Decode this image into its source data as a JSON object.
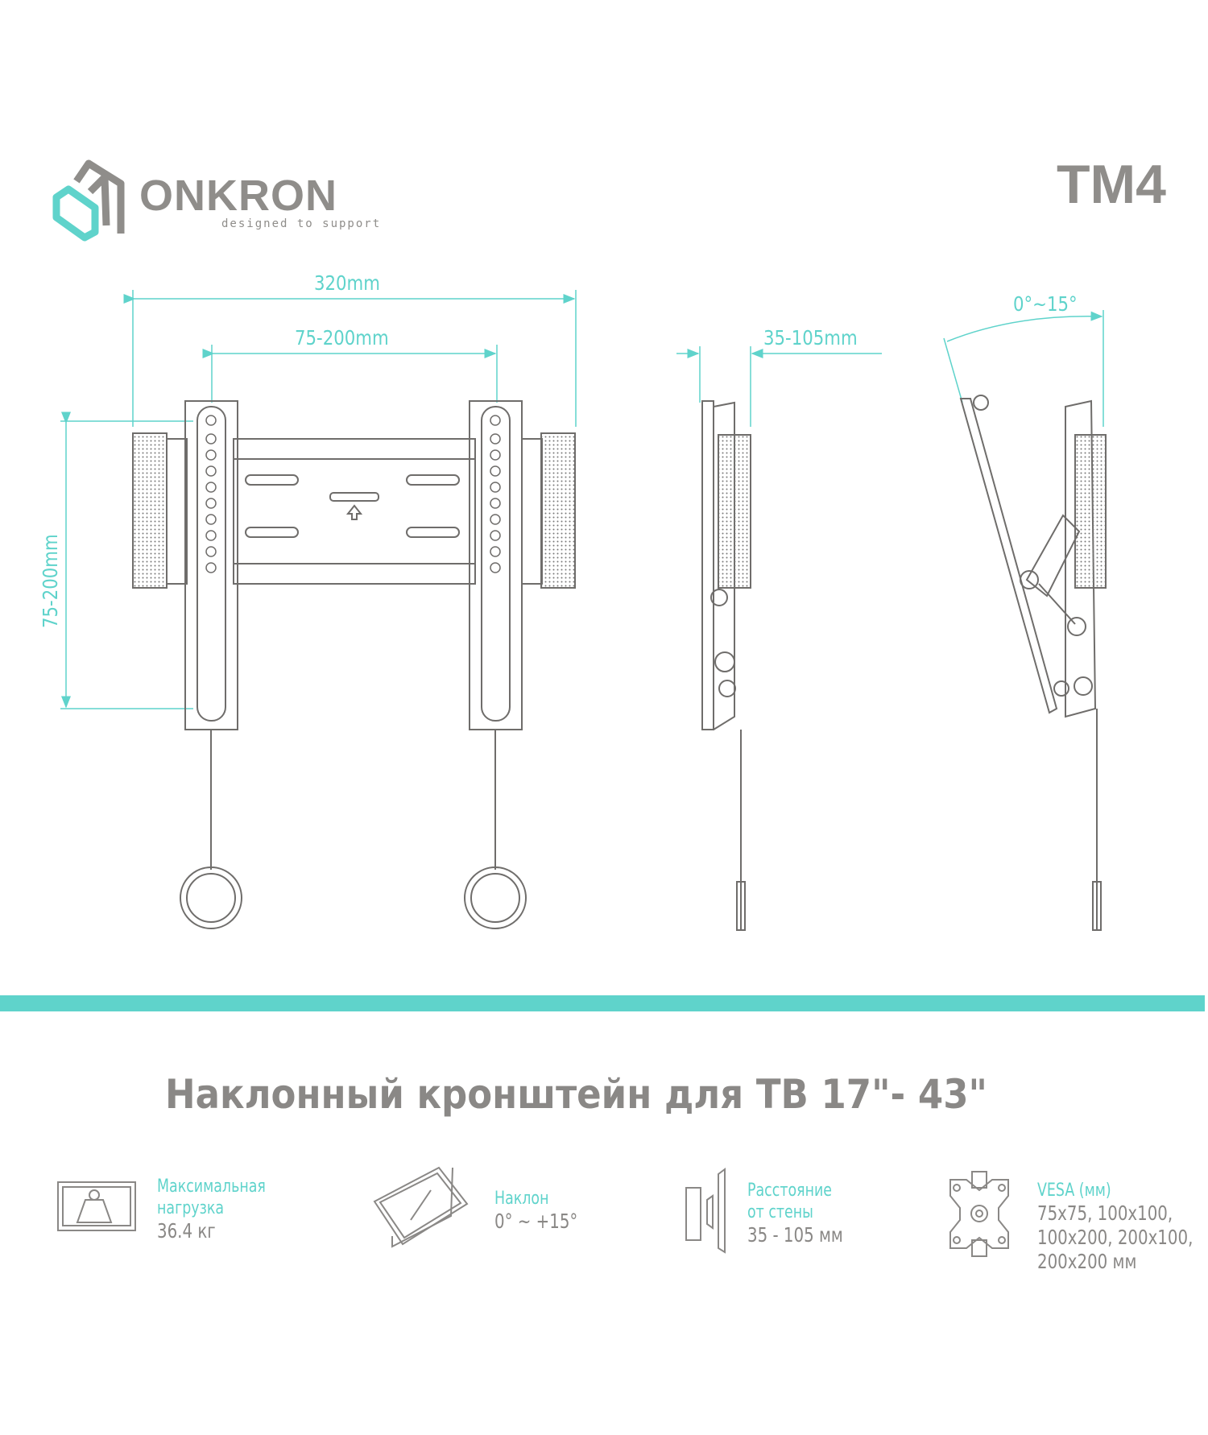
{
  "brand": {
    "name": "ONKRON",
    "tagline": "designed to support"
  },
  "model": "TM4",
  "dimensions": {
    "total_width": "320mm",
    "vesa_horizontal": "75-200mm",
    "vesa_vertical": "75-200mm",
    "wall_distance": "35-105mm",
    "tilt_angle": "0°~15°"
  },
  "title": "Наклонный кронштейн для ТВ  17\"- 43\"",
  "features": [
    {
      "icon": "weight-icon",
      "label_lines": [
        "Максимальная",
        "нагрузка"
      ],
      "value_lines": [
        "36.4 кг"
      ]
    },
    {
      "icon": "tilt-icon",
      "label_lines": [
        "Наклон"
      ],
      "value_lines": [
        "0° ~ +15°"
      ]
    },
    {
      "icon": "wall-distance-icon",
      "label_lines": [
        "Расстояние",
        "от стены"
      ],
      "value_lines": [
        "35 - 105 мм"
      ]
    },
    {
      "icon": "vesa-icon",
      "label_lines": [
        "VESA (мм)"
      ],
      "value_lines": [
        "75x75, 100x100,",
        "100x200, 200x100,",
        "200x200 мм"
      ]
    }
  ],
  "colors": {
    "accent": "#5fd3cb",
    "text": "#8a8886",
    "line": "#6f6d6b"
  }
}
